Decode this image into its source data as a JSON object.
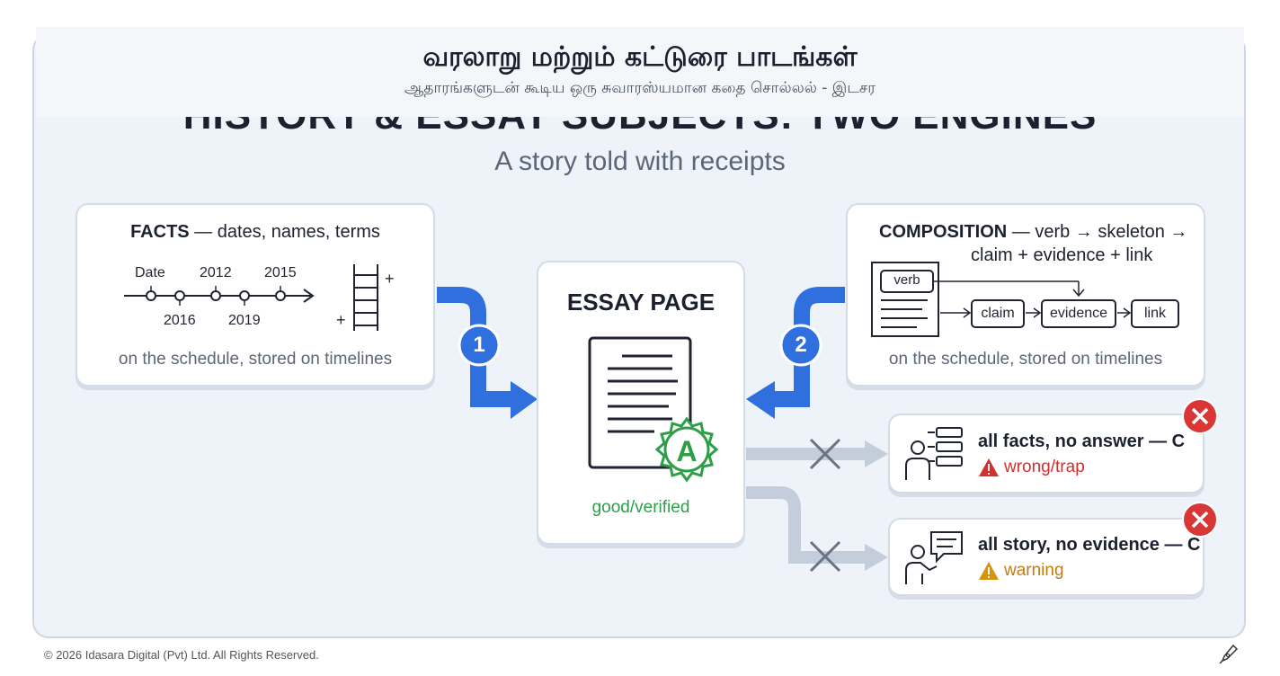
{
  "header": {
    "tamil_title": "வரலாறு மற்றும் கட்டுரை பாடங்கள்",
    "tamil_subtitle": "ஆதாரங்களுடன் கூடிய ஒரு சுவாரஸ்யமான கதை சொல்லல் - இடசர",
    "bg_title": "HISTORY & ESSAY SUBJECTS: TWO ENGINES",
    "bg_subtitle": "A story told with receipts"
  },
  "facts": {
    "title_bold": "FACTS",
    "title_rest": " — dates, names, terms",
    "timeline_top": [
      "Date",
      "2012",
      "2015"
    ],
    "timeline_bottom": [
      "2016",
      "2019"
    ],
    "caption": "on the schedule, stored on timelines"
  },
  "composition": {
    "title_bold": "COMPOSITION",
    "title_rest": " — verb → skeleton →",
    "title_line2": "claim + evidence + link",
    "verb": "verb",
    "chain": [
      "claim",
      "evidence",
      "link"
    ],
    "caption": "on the schedule, stored on timelines"
  },
  "essay": {
    "title": "ESSAY PAGE",
    "grade": "A",
    "status": "good/verified"
  },
  "steps": [
    "1",
    "2"
  ],
  "outcomes": [
    {
      "title": "all facts, no answer — C",
      "note": "wrong/trap",
      "note_color": "#d32f2f"
    },
    {
      "title": "all story, no evidence — C",
      "note": "warning",
      "note_color": "#c27c0e"
    }
  ],
  "colors": {
    "accent": "#2f6fde",
    "good": "#2e9e48",
    "bad": "#d93636",
    "warn": "#d7920e"
  },
  "footer": "© 2026 Idasara Digital (Pvt) Ltd. All Rights Reserved."
}
